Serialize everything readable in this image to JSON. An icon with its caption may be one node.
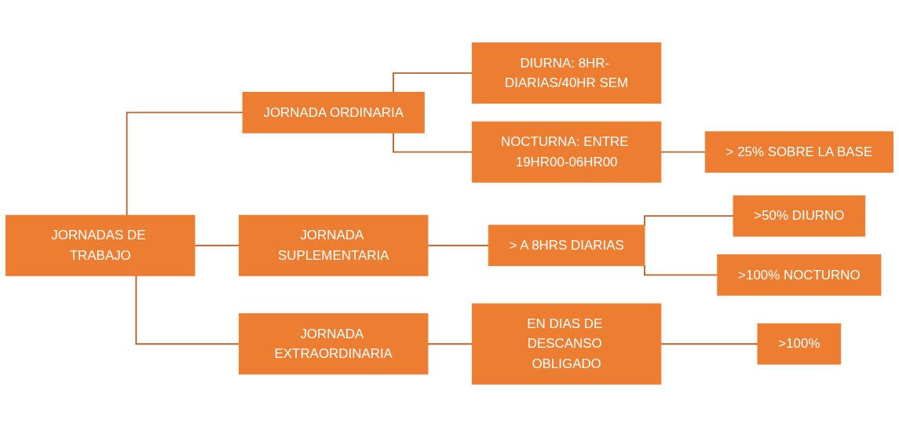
{
  "diagram": {
    "nodes": [
      {
        "text": [
          "JORNADAS DE TRABAJO"
        ]
      },
      {
        "text": [
          "JORNADA ORDINARIA"
        ]
      },
      {
        "text": [
          "DIURNA: 8HR- DIARIAS/40HR SEM"
        ]
      },
      {
        "text": [
          "NOCTURNA: ENTRE 19HR00-06HR00"
        ]
      },
      {
        "text": [
          "> 25% SOBRE LA BASE"
        ]
      },
      {
        "text": [
          "JORNADA SUPLEMENTARIA"
        ]
      },
      {
        "text": [
          "> A 8HRS DIARIAS"
        ]
      },
      {
        "text": [
          ">50% DIURNO"
        ]
      },
      {
        "text": [
          ">100% NOCTURNO"
        ]
      },
      {
        "text": [
          "JORNADA EXTRAORDINARIA"
        ]
      },
      {
        "text": [
          "EN DIAS DE DESCANSO OBLIGADO"
        ]
      },
      {
        "text": [
          ">100%"
        ]
      }
    ],
    "edges": [
      {
        "from": 0,
        "to": 1,
        "arrow": "none"
      },
      {
        "from": 0,
        "to": 5,
        "arrow": "none"
      },
      {
        "from": 0,
        "to": 9,
        "arrow": "none"
      },
      {
        "from": 1,
        "to": 2,
        "arrow": "none"
      },
      {
        "from": 1,
        "to": 3,
        "arrow": "none"
      },
      {
        "from": 3,
        "to": 4,
        "arrow": "none"
      },
      {
        "from": 5,
        "to": 6,
        "arrow": "none"
      },
      {
        "from": 6,
        "to": 7,
        "arrow": "none"
      },
      {
        "from": 6,
        "to": 8,
        "arrow": "none"
      },
      {
        "from": 9,
        "to": 10,
        "arrow": "none"
      },
      {
        "from": 10,
        "to": 11,
        "arrow": "none"
      }
    ]
  }
}
